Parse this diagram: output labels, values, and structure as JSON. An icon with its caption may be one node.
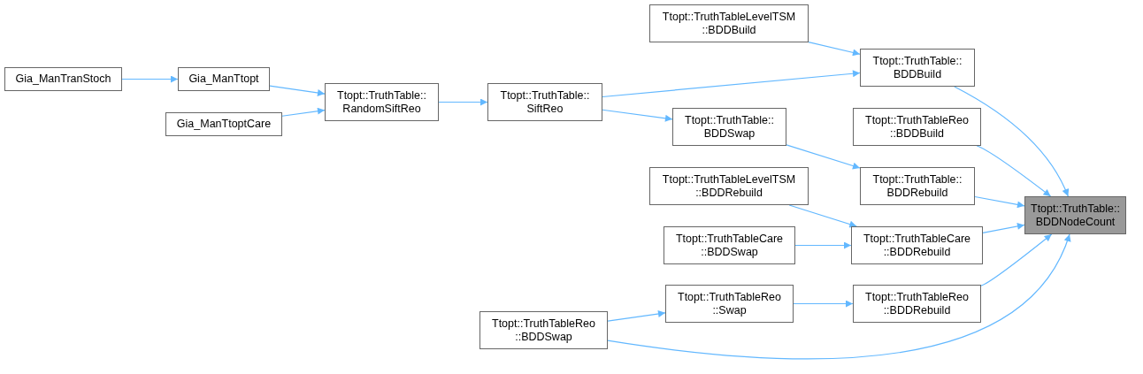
{
  "diagram": {
    "nodes": [
      {
        "text": [
          "Gia_ManTranStoch"
        ]
      },
      {
        "text": [
          "Gia_ManTtopt"
        ]
      },
      {
        "text": [
          "Gia_ManTtoptCare"
        ]
      },
      {
        "text": [
          "Ttopt::TruthTable:: RandomSiftReo"
        ]
      },
      {
        "text": [
          "Ttopt::TruthTable:: SiftReo"
        ]
      },
      {
        "text": [
          "Ttopt::TruthTableLevelTSM ::BDDBuild"
        ]
      },
      {
        "text": [
          "Ttopt::TruthTable:: BDDBuild"
        ]
      },
      {
        "text": [
          "Ttopt::TruthTable:: BDDSwap"
        ]
      },
      {
        "text": [
          "Ttopt::TruthTableReo ::BDDBuild"
        ]
      },
      {
        "text": [
          "Ttopt::TruthTableLevelTSM ::BDDRebuild"
        ]
      },
      {
        "text": [
          "Ttopt::TruthTable:: BDDRebuild"
        ]
      },
      {
        "text": [
          "Ttopt::TruthTableCare ::BDDSwap"
        ]
      },
      {
        "text": [
          "Ttopt::TruthTableCare ::BDDRebuild"
        ]
      },
      {
        "text": [
          "Ttopt::TruthTableReo ::Swap"
        ]
      },
      {
        "text": [
          "Ttopt::TruthTableReo ::BDDRebuild"
        ]
      },
      {
        "text": [
          "Ttopt::TruthTableReo ::BDDSwap"
        ]
      },
      {
        "text": [
          "Ttopt::TruthTable:: BDDNodeCount"
        ]
      }
    ],
    "edges": [
      {
        "from": 0,
        "to": 1,
        "arrow": "to"
      },
      {
        "from": 1,
        "to": 3,
        "arrow": "to"
      },
      {
        "from": 2,
        "to": 3,
        "arrow": "to"
      },
      {
        "from": 3,
        "to": 4,
        "arrow": "to"
      },
      {
        "from": 4,
        "to": 6,
        "arrow": "to"
      },
      {
        "from": 4,
        "to": 7,
        "arrow": "to"
      },
      {
        "from": 5,
        "to": 6,
        "arrow": "to"
      },
      {
        "from": 7,
        "to": 10,
        "arrow": "to"
      },
      {
        "from": 9,
        "to": 12,
        "arrow": "to"
      },
      {
        "from": 11,
        "to": 12,
        "arrow": "to"
      },
      {
        "from": 13,
        "to": 14,
        "arrow": "to"
      },
      {
        "from": 15,
        "to": 13,
        "arrow": "to"
      },
      {
        "from": 6,
        "to": 16,
        "arrow": "to"
      },
      {
        "from": 8,
        "to": 16,
        "arrow": "to"
      },
      {
        "from": 10,
        "to": 16,
        "arrow": "to"
      },
      {
        "from": 12,
        "to": 16,
        "arrow": "to"
      },
      {
        "from": 14,
        "to": 16,
        "arrow": "to"
      },
      {
        "from": 15,
        "to": 16,
        "arrow": "to"
      }
    ]
  }
}
